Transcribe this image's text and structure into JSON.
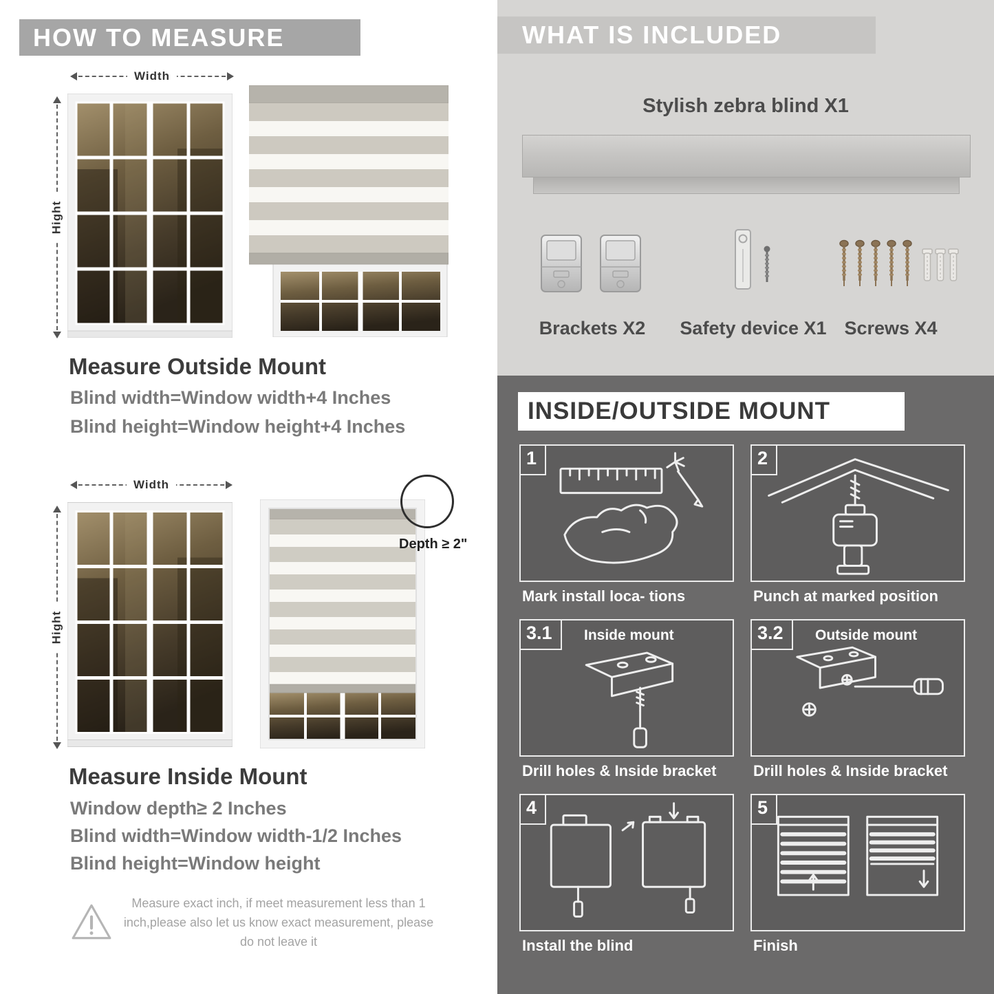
{
  "colors": {
    "header_gray": "#a6a6a6",
    "included_panel": "#d6d5d3",
    "included_header": "#c6c5c3",
    "mount_panel": "#6b6a6a",
    "tile_fill": "#5e5d5d",
    "heading_text": "#3c3c3c",
    "measure_text": "#7a7a7a"
  },
  "how_to_measure": {
    "title": "HOW TO MEASURE",
    "outside": {
      "width_label": "Width",
      "height_label": "Hight",
      "heading": "Measure Outside Mount",
      "line1": "Blind width=Window width+4 Inches",
      "line2": "Blind height=Window height+4 Inches"
    },
    "inside": {
      "width_label": "Width",
      "height_label": "Hight",
      "depth_label": "Depth ≥ 2\"",
      "heading": "Measure Inside Mount",
      "line1": "Window depth≥ 2 Inches",
      "line2": "Blind width=Window width-1/2 Inches",
      "line3": "Blind height=Window height"
    },
    "warning_text": "Measure exact inch, if meet measurement less than 1 inch,please also let us know exact measurement, please do not leave it"
  },
  "included": {
    "title": "WHAT IS INCLUDED",
    "product_label": "Stylish zebra blind X1",
    "items": [
      {
        "label": "Brackets X2"
      },
      {
        "label": "Safety device X1"
      },
      {
        "label": "Screws X4"
      }
    ]
  },
  "mount_guide": {
    "title": "INSIDE/OUTSIDE MOUNT",
    "steps": [
      {
        "num": "1",
        "caption": "Mark install loca- tions"
      },
      {
        "num": "2",
        "caption": "Punch at  marked position"
      },
      {
        "num": "3.1",
        "title": "Inside mount",
        "caption": "Drill holes &  Inside bracket"
      },
      {
        "num": "3.2",
        "title": "Outside mount",
        "caption": "Drill holes &  Inside bracket"
      },
      {
        "num": "4",
        "caption": "Install the blind"
      },
      {
        "num": "5",
        "caption": "Finish"
      }
    ]
  }
}
